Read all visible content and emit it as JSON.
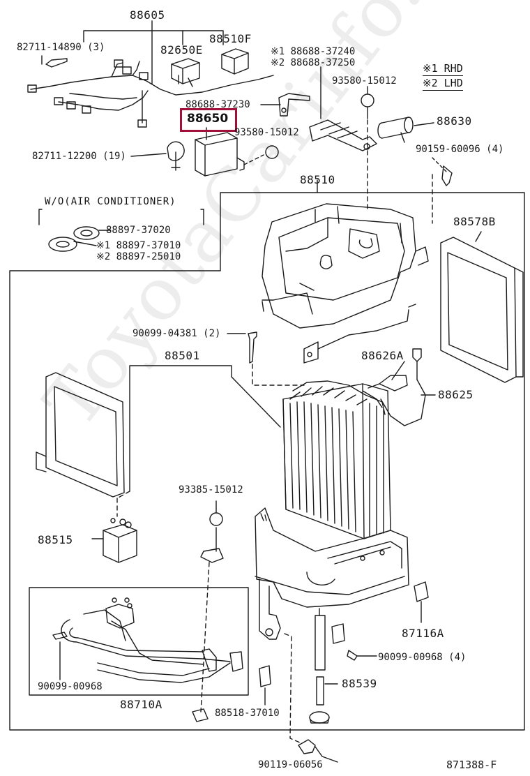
{
  "diagram": {
    "highlighted_part": "88650",
    "watermark": "ToyotaCarinfo.ru",
    "figure_id": "871388-F",
    "legend": {
      "rhd": "※1 RHD",
      "lhd": "※2 LHD"
    },
    "without_ac_title": "W/O(AIR CONDITIONER)",
    "labels": {
      "p88605": "88605",
      "p82711_14890": "82711-14890 (3)",
      "p82650e": "82650E",
      "p88510f": "88510F",
      "p88688_37240": "※1 88688-37240",
      "p88688_37250": "※2 88688-37250",
      "p93580_15012_a": "93580-15012",
      "p88688_37230": "88688-37230",
      "p88630": "88630",
      "p93580_15012_b": "93580-15012",
      "p82711_12200": "82711-12200 (19)",
      "p90159_60096": "90159-60096 (4)",
      "p88510": "88510",
      "p88897_37020": "88897-37020",
      "p88897_37010": "※1 88897-37010",
      "p88897_25010": "※2 88897-25010",
      "p88578b": "88578B",
      "p90099_04381": "90099-04381 (2)",
      "p88501": "88501",
      "p88626a": "88626A",
      "p88625": "88625",
      "p93385_15012": "93385-15012",
      "p88515": "88515",
      "p87116a": "87116A",
      "p90099_00968_a": "90099-00968 (4)",
      "p90099_00968_b": "90099-00968",
      "p88539": "88539",
      "p88710a": "88710A",
      "p88518_37010": "88518-37010",
      "p90119_06056": "90119-06056"
    }
  }
}
